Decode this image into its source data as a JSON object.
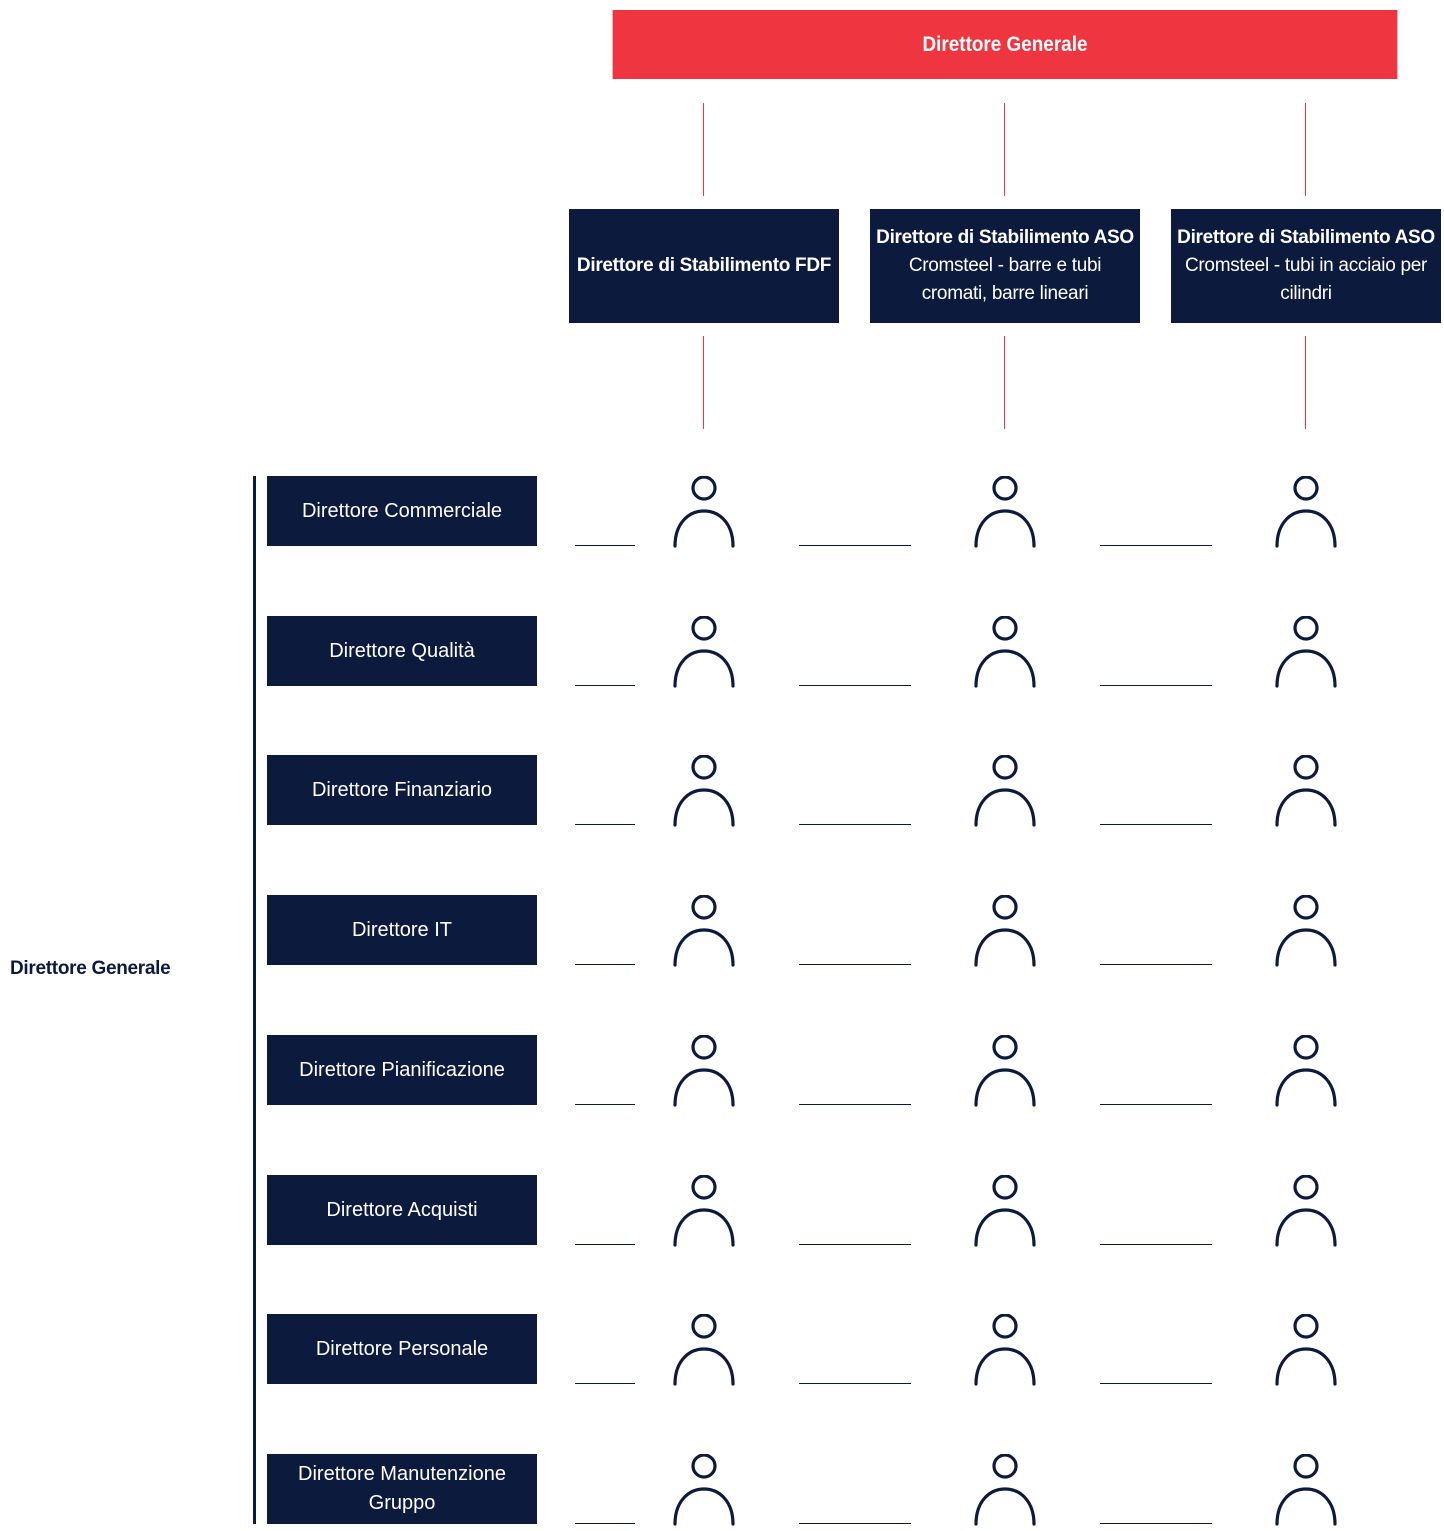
{
  "top": {
    "title": "Direttore Generale"
  },
  "plants": [
    {
      "bold": "Direttore di Stabilimento FDF",
      "normal": ""
    },
    {
      "bold": "Direttore di Stabilimento ASO",
      "normal": "Cromsteel - barre e tubi cromati, barre lineari"
    },
    {
      "bold": "Direttore di Stabilimento ASO",
      "normal": "Cromsteel - tubi in acciaio per cilindri"
    }
  ],
  "side": {
    "label": "Direttore Generale"
  },
  "roles": [
    {
      "label": "Direttore Commerciale"
    },
    {
      "label": "Direttore Qualità"
    },
    {
      "label": "Direttore Finanziario"
    },
    {
      "label": "Direttore IT"
    },
    {
      "label": "Direttore Pianificazione"
    },
    {
      "label": "Direttore Acquisti"
    },
    {
      "label": "Direttore Personale"
    },
    {
      "label": "Direttore Manutenzione Gruppo"
    }
  ],
  "colors": {
    "red": "#ee3540",
    "navy": "#0c1a3e"
  },
  "icons": {
    "person": "person-outline-icon"
  }
}
